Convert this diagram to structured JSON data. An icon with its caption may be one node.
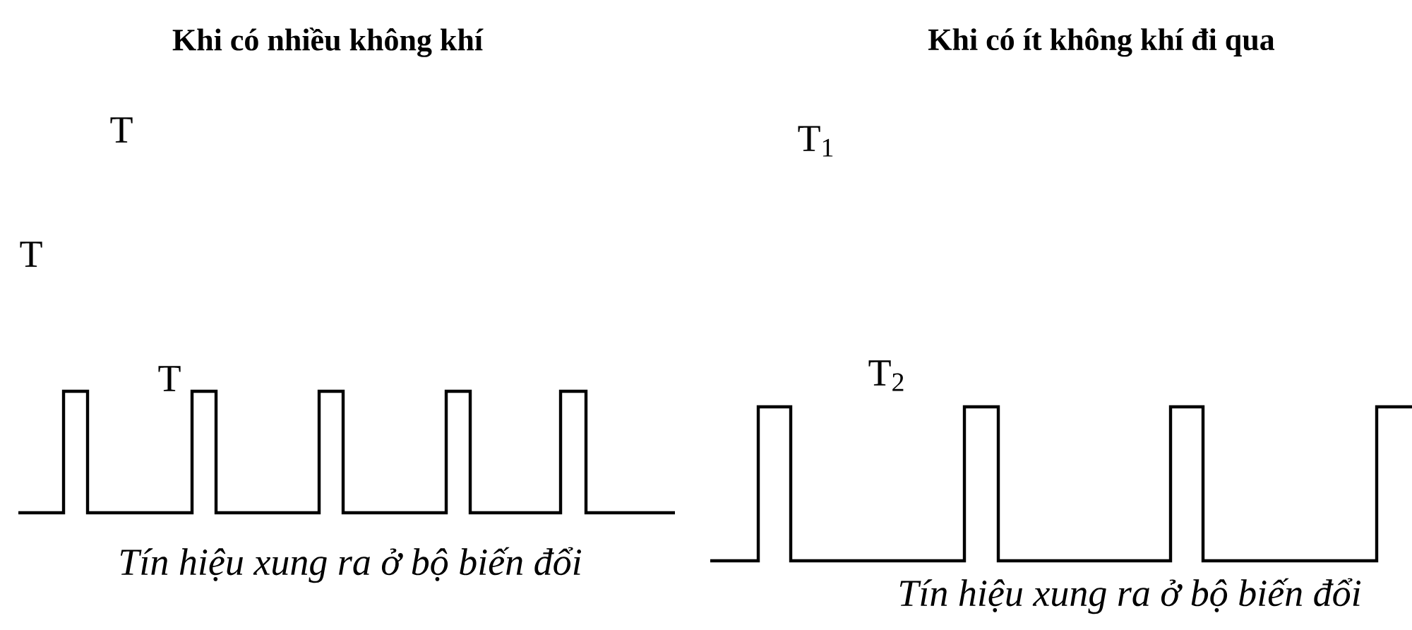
{
  "diagram": {
    "labels": [
      "Khi có nhiều không khí",
      "Khi có ít không khí đi qua",
      "T",
      "T$_{1}$",
      "T",
      "T",
      "T$_{2}$",
      "Tín hiệu xung ra ở bộ biến đổi",
      "Tín hiệu xung ra ở bộ biến đổi"
    ]
  }
}
